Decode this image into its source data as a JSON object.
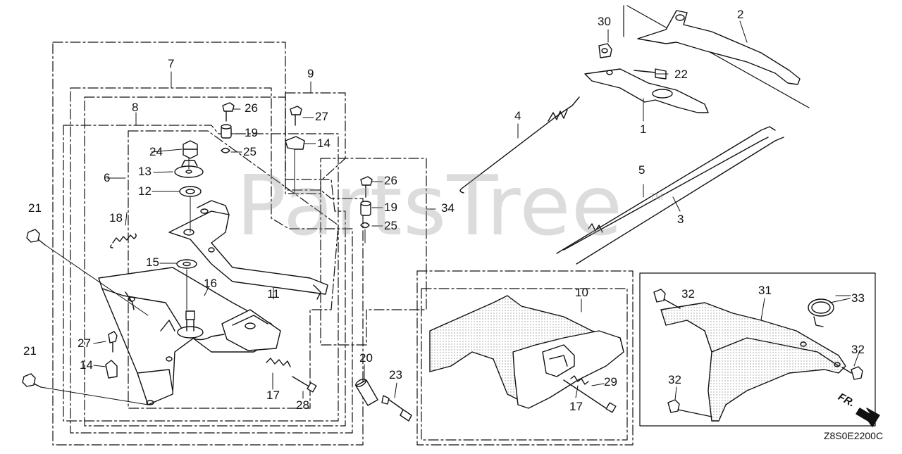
{
  "diagram": {
    "watermark": "PartsTree",
    "trademark": "TM",
    "figure_code": "Z8S0E2200C",
    "direction_label": "FR.",
    "callouts": {
      "c1": "1",
      "c2": "2",
      "c3": "3",
      "c4": "4",
      "c5": "5",
      "c6": "6",
      "c7": "7",
      "c8": "8",
      "c9": "9",
      "c10": "10",
      "c11": "11",
      "c12": "12",
      "c13": "13",
      "c14a": "14",
      "c14b": "14",
      "c15": "15",
      "c16": "16",
      "c17a": "17",
      "c17b": "17",
      "c18": "18",
      "c19a": "19",
      "c19b": "19",
      "c20": "20",
      "c21a": "21",
      "c21b": "21",
      "c22": "22",
      "c23": "23",
      "c24": "24",
      "c25a": "25",
      "c25b": "25",
      "c26a": "26",
      "c26b": "26",
      "c27a": "27",
      "c27b": "27",
      "c28": "28",
      "c29": "29",
      "c30": "30",
      "c31": "31",
      "c32a": "32",
      "c32b": "32",
      "c32c": "32",
      "c33": "33",
      "c34": "34"
    }
  },
  "colors": {
    "line": "#111111",
    "watermark": "#969696"
  }
}
